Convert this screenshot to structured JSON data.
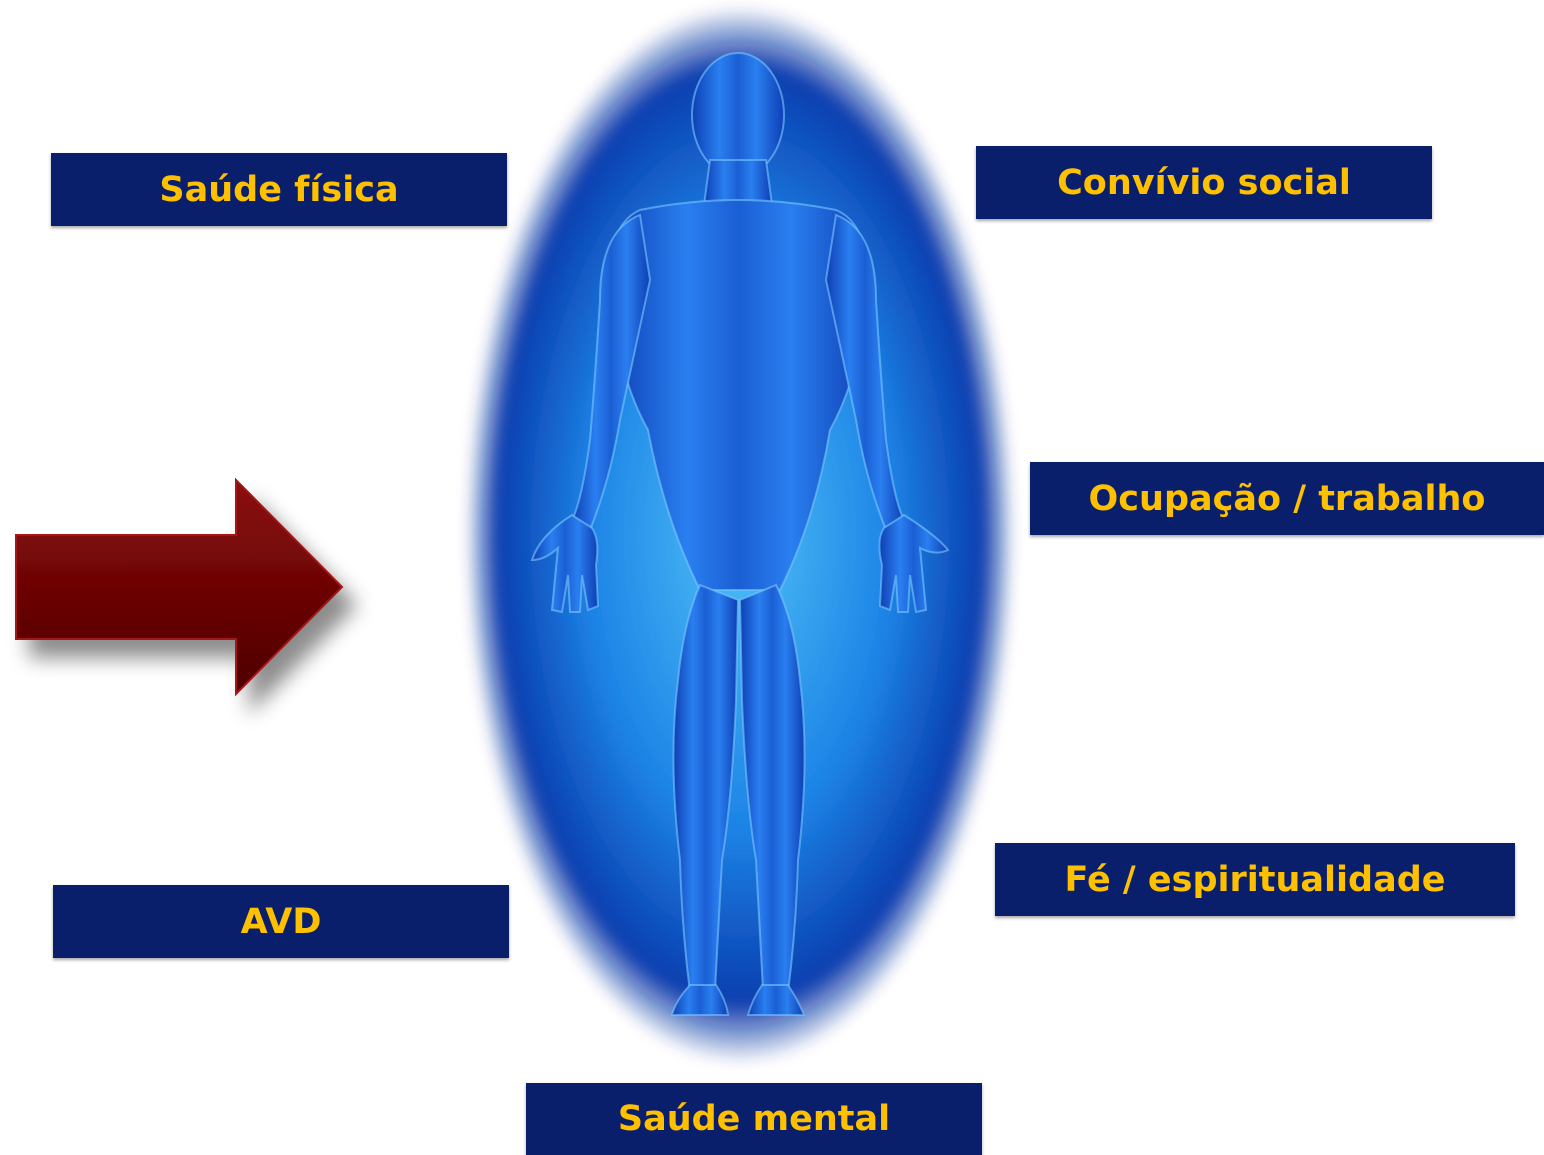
{
  "labels": {
    "saude_fisica": "Saúde física",
    "convivio_social": "Convívio social",
    "ocupacao_trabalho": "Ocupação / trabalho",
    "fe_espiritualidade": "Fé / espiritualidade",
    "avd": "AVD",
    "saude_mental": "Saúde mental"
  },
  "colors": {
    "box_background": "#0a1f6b",
    "box_text": "#ffc000",
    "arrow": "#6b0000",
    "aura_core": "#3aa8f0",
    "aura_edge": "#0b2f9a",
    "body": "#1e63d6"
  },
  "icons": {
    "arrow": "right-arrow-icon",
    "figure": "human-body-figure"
  }
}
